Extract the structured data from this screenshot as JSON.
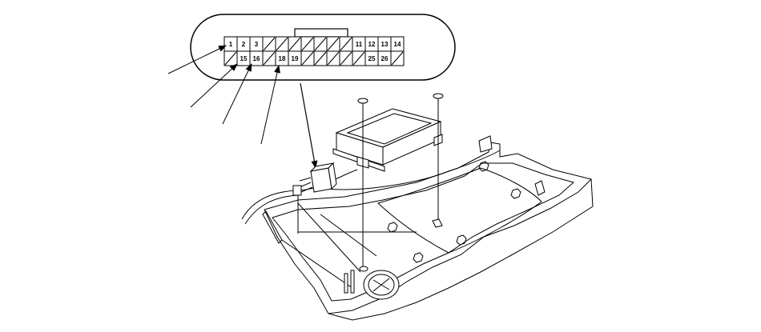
{
  "connector": {
    "top_row": [
      {
        "label": "1",
        "filled": true
      },
      {
        "label": "2",
        "filled": true
      },
      {
        "label": "3",
        "filled": true
      },
      {
        "label": "",
        "filled": false
      },
      {
        "label": "",
        "filled": false
      },
      {
        "label": "",
        "filled": false
      },
      {
        "label": "",
        "filled": false
      },
      {
        "label": "",
        "filled": false
      },
      {
        "label": "",
        "filled": false
      },
      {
        "label": "",
        "filled": false
      },
      {
        "label": "11",
        "filled": true
      },
      {
        "label": "12",
        "filled": true
      },
      {
        "label": "13",
        "filled": true
      },
      {
        "label": "14",
        "filled": true
      }
    ],
    "bottom_row": [
      {
        "label": "",
        "filled": false
      },
      {
        "label": "15",
        "filled": true
      },
      {
        "label": "16",
        "filled": true
      },
      {
        "label": "",
        "filled": false
      },
      {
        "label": "18",
        "filled": true
      },
      {
        "label": "19",
        "filled": true
      },
      {
        "label": "",
        "filled": false
      },
      {
        "label": "",
        "filled": false
      },
      {
        "label": "",
        "filled": false
      },
      {
        "label": "",
        "filled": false
      },
      {
        "label": "",
        "filled": false
      },
      {
        "label": "25",
        "filled": true
      },
      {
        "label": "26",
        "filled": true
      },
      {
        "label": "",
        "filled": false
      }
    ]
  },
  "callouts": [
    {
      "target": "1"
    },
    {
      "target": "15"
    },
    {
      "target": "16"
    },
    {
      "target": "18"
    }
  ]
}
